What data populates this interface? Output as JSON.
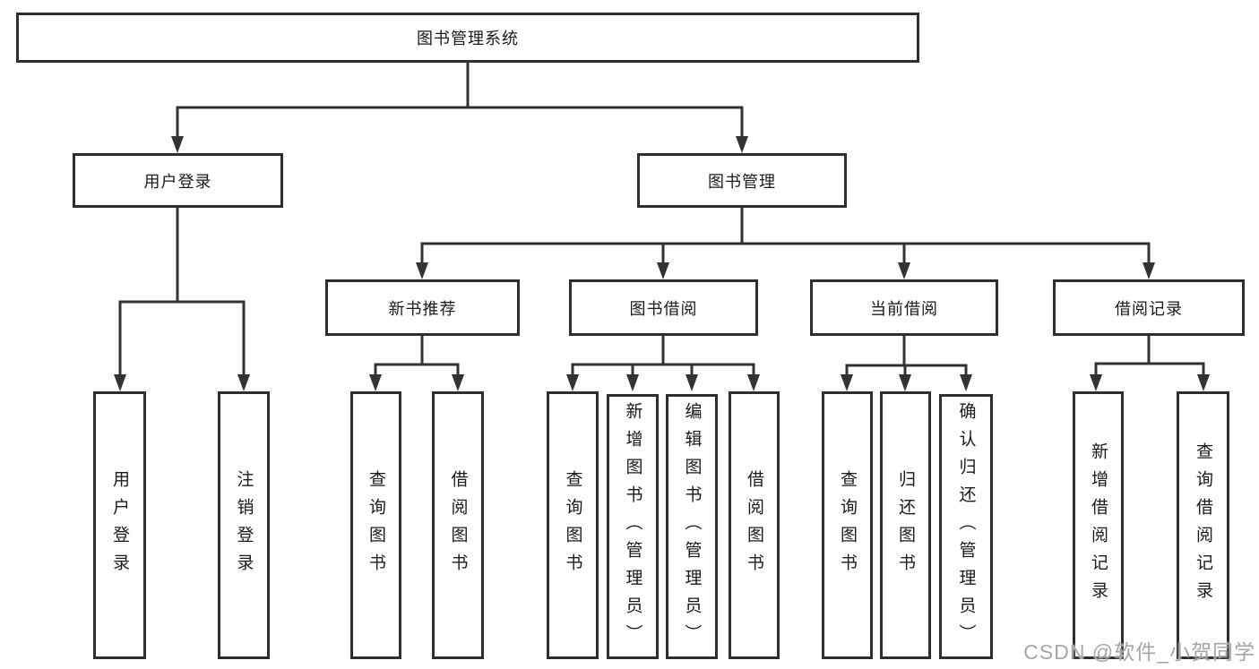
{
  "diagram": {
    "title_node": {
      "label": "图书管理系统"
    },
    "level2": [
      {
        "label": "用户登录"
      },
      {
        "label": "图书管理"
      }
    ],
    "level3": [
      {
        "label": "新书推荐"
      },
      {
        "label": "图书借阅"
      },
      {
        "label": "当前借阅"
      },
      {
        "label": "借阅记录"
      }
    ],
    "leaves": {
      "login": [
        {
          "label": "用户登录"
        },
        {
          "label": "注销登录"
        }
      ],
      "recommend": [
        {
          "label": "查询图书"
        },
        {
          "label": "借阅图书"
        }
      ],
      "borrow": [
        {
          "label": "查询图书"
        },
        {
          "label": "新增图书（管理员）"
        },
        {
          "label": "编辑图书（管理员）"
        },
        {
          "label": "借阅图书"
        }
      ],
      "current": [
        {
          "label": "查询图书"
        },
        {
          "label": "归还图书"
        },
        {
          "label": "确认归还（管理员）"
        }
      ],
      "records": [
        {
          "label": "新增借阅记录"
        },
        {
          "label": "查询借阅记录"
        }
      ]
    },
    "watermark": "CSDN @软件_小贺同学",
    "colors": {
      "line": "#333333",
      "box_border": "#2e2e2e",
      "text": "#1a1a1a",
      "watermark": "#a6a6a6",
      "background": "#ffffff"
    }
  }
}
